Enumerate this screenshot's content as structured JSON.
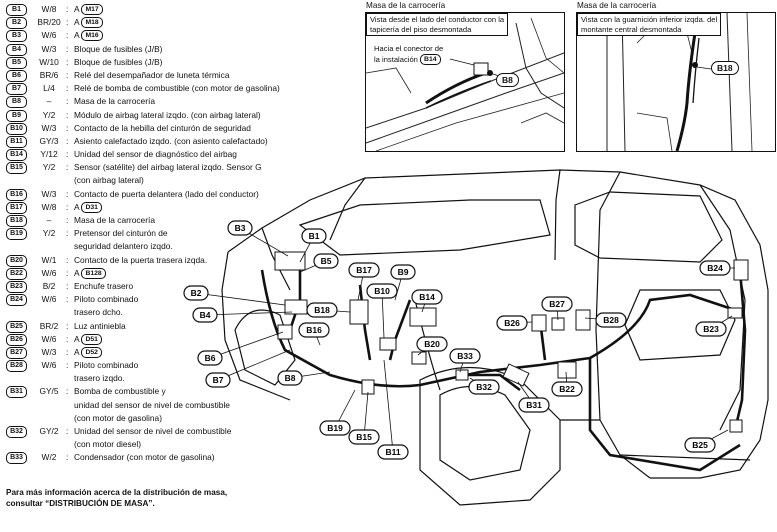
{
  "legend": [
    {
      "code": "B1",
      "color": "W/8",
      "desc": "A",
      "ref": "M17"
    },
    {
      "code": "B2",
      "color": "BR/20",
      "desc": "A",
      "ref": "M18"
    },
    {
      "code": "B3",
      "color": "W/6",
      "desc": "A",
      "ref": "M16"
    },
    {
      "code": "B4",
      "color": "W/3",
      "desc": "Bloque de fusibles (J/B)"
    },
    {
      "code": "B5",
      "color": "W/10",
      "desc": "Bloque de fusibles (J/B)"
    },
    {
      "code": "B6",
      "color": "BR/6",
      "desc": "Relé del desempañador de luneta térmica"
    },
    {
      "code": "B7",
      "color": "L/4",
      "desc": "Relé de bomba de combustible (con motor de gasolina)"
    },
    {
      "code": "B8",
      "color": "–",
      "desc": "Masa de la carrocería"
    },
    {
      "code": "B9",
      "color": "Y/2",
      "desc": "Módulo de airbag lateral izqdo. (con airbag lateral)"
    },
    {
      "code": "B10",
      "color": "W/3",
      "desc": "Contacto de la hebilla del cinturón de seguridad"
    },
    {
      "code": "B11",
      "color": "GY/3",
      "desc": "Asiento calefactado izqdo. (con asiento calefactado)"
    },
    {
      "code": "B14",
      "color": "Y/12",
      "desc": "Unidad del sensor de diagnóstico del airbag"
    },
    {
      "code": "B15",
      "color": "Y/2",
      "desc": "Sensor (satélite) del airbag lateral izqdo. Sensor G"
    },
    {
      "code": "",
      "color": "",
      "desc": "(con airbag lateral)"
    },
    {
      "code": "B16",
      "color": "W/3",
      "desc": "Contacto de puerta delantera (lado del conductor)"
    },
    {
      "code": "B17",
      "color": "W/8",
      "desc": "A",
      "ref": "D31"
    },
    {
      "code": "B18",
      "color": "–",
      "desc": "Masa de la carrocería"
    },
    {
      "code": "B19",
      "color": "Y/2",
      "desc": "Pretensor del cinturón de"
    },
    {
      "code": "",
      "color": "",
      "desc": "seguridad delantero izqdo."
    },
    {
      "code": "B20",
      "color": "W/1",
      "desc": "Contacto de la puerta trasera izqda."
    },
    {
      "code": "B22",
      "color": "W/6",
      "desc": "A",
      "ref": "B128"
    },
    {
      "code": "B23",
      "color": "B/2",
      "desc": "Enchufe trasero"
    },
    {
      "code": "B24",
      "color": "W/6",
      "desc": "Piloto combinado"
    },
    {
      "code": "",
      "color": "",
      "desc": "trasero dcho."
    },
    {
      "code": "B25",
      "color": "BR/2",
      "desc": "Luz antiniebla"
    },
    {
      "code": "B26",
      "color": "W/6",
      "desc": "A",
      "ref": "D51"
    },
    {
      "code": "B27",
      "color": "W/3",
      "desc": "A",
      "ref": "D52"
    },
    {
      "code": "B28",
      "color": "W/6",
      "desc": "Piloto combinado"
    },
    {
      "code": "",
      "color": "",
      "desc": "trasero izqdo."
    },
    {
      "code": "B31",
      "color": "GY/5",
      "desc": "Bomba de combustible y"
    },
    {
      "code": "",
      "color": "",
      "desc": "unidad del sensor de nivel de combustible"
    },
    {
      "code": "",
      "color": "",
      "desc": "(con motor de gasolina)"
    },
    {
      "code": "B32",
      "color": "GY/2",
      "desc": "Unidad del sensor de nivel de combustible"
    },
    {
      "code": "",
      "color": "",
      "desc": "(con motor diesel)"
    },
    {
      "code": "B33",
      "color": "W/2",
      "desc": "Condensador (con motor de gasolina)"
    }
  ],
  "footer": {
    "line1": "Para más información acerca de la distribución de masa,",
    "line2": "consultar “DISTRIBUCIÓN DE MASA”."
  },
  "inset_left": {
    "title": "Masa de la carrocería",
    "caption1": "Vista desde el lado del conductor con la",
    "caption2": "tapicería del piso desmontada",
    "caption3": "Hacia el conector de",
    "caption4": "la instalación",
    "conn": "B14",
    "tag": "B8"
  },
  "inset_right": {
    "title": "Masa de la carrocería",
    "caption1": "Vista con la guarnición inferior izqda. del",
    "caption2": "montante central desmontada",
    "tag": "B18"
  },
  "callouts": [
    "B1",
    "B2",
    "B3",
    "B4",
    "B5",
    "B6",
    "B7",
    "B8",
    "B9",
    "B10",
    "B11",
    "B14",
    "B15",
    "B16",
    "B17",
    "B18",
    "B19",
    "B20",
    "B22",
    "B23",
    "B24",
    "B25",
    "B26",
    "B27",
    "B28",
    "B31",
    "B32",
    "B33"
  ]
}
